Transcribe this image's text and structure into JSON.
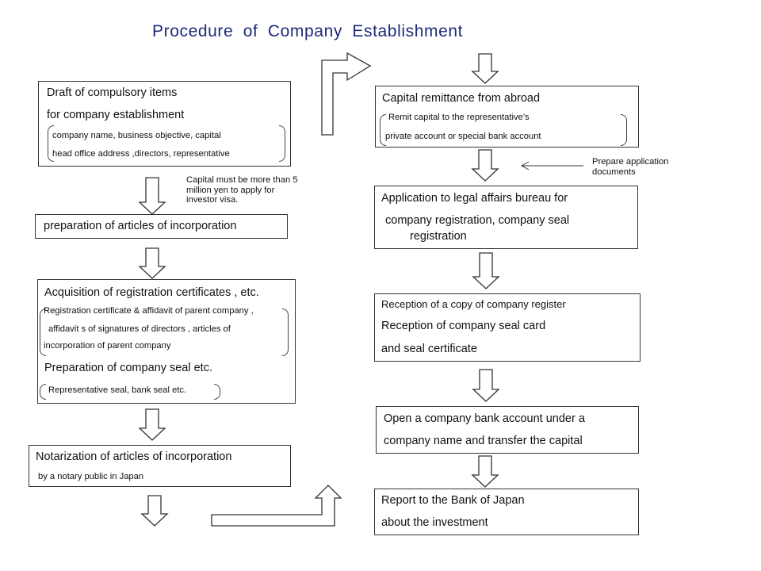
{
  "title": "Procedure of Company Establishment",
  "left": {
    "draft": {
      "line1": "Draft of compulsory items",
      "line2": "for company establishment",
      "sub1": "company name, business objective, capital",
      "sub2": "head office address ,directors, representative"
    },
    "capital_note": {
      "line1": "Capital must be more than 5",
      "line2": "million yen to apply for",
      "line3": "investor visa."
    },
    "articles": {
      "line1": "preparation of articles of incorporation"
    },
    "acquisition": {
      "line1": "Acquisition of registration certificates , etc.",
      "sub1": "Registration certificate & affidavit of parent company ,",
      "sub2": "affidavit s of signatures of directors , articles of",
      "sub3": "incorporation of parent company",
      "line2": "Preparation of company seal etc.",
      "sub4": "Representative seal, bank seal etc."
    },
    "notarization": {
      "line1": "Notarization of articles of incorporation",
      "sub1": "by a notary public in Japan"
    }
  },
  "right": {
    "remittance": {
      "line1": "Capital remittance from abroad",
      "sub1": "Remit capital to the representative’s",
      "sub2": "private account or special bank account"
    },
    "prepare_note": {
      "line1": "Prepare application",
      "line2": "documents"
    },
    "application": {
      "line1": "Application to legal affairs bureau for",
      "line2": "company registration, company seal",
      "line3": "registration"
    },
    "reception": {
      "line1": "Reception of a copy of company register",
      "line2": "Reception of company seal card",
      "line3": "and seal certificate"
    },
    "bank": {
      "line1": "Open a company bank account under a",
      "line2": "company name and transfer the capital"
    },
    "report": {
      "line1": "Report to the Bank of Japan",
      "line2": "about the investment"
    }
  }
}
